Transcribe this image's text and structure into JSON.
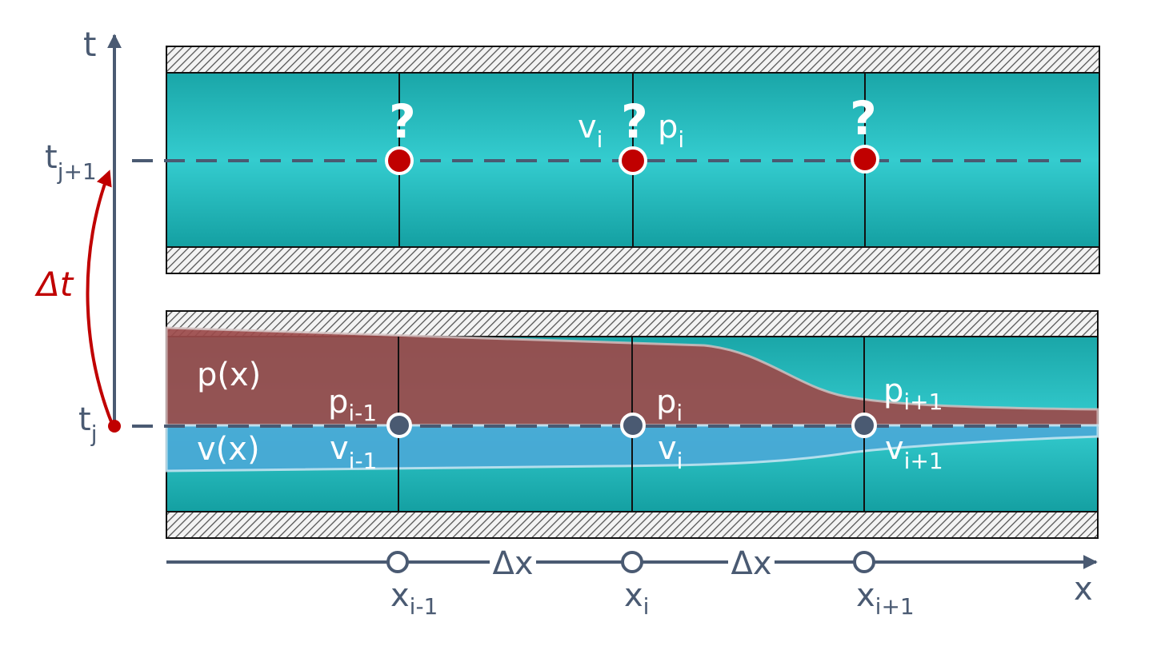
{
  "axes": {
    "time_axis_label": "t",
    "space_axis_label": "x",
    "time_levels": [
      {
        "base": "t",
        "sub": "j+1"
      },
      {
        "base": "t",
        "sub": "j"
      }
    ],
    "time_step_label": "Δt",
    "space_step_label": "Δx",
    "grid_points": [
      {
        "base": "x",
        "sub": "i-1"
      },
      {
        "base": "x",
        "sub": "i"
      },
      {
        "base": "x",
        "sub": "i+1"
      }
    ]
  },
  "upper_pipe": {
    "unknown_marker": "?",
    "velocity_label": {
      "base": "v",
      "sub": "i"
    },
    "pressure_label": {
      "base": "p",
      "sub": "i"
    }
  },
  "lower_pipe": {
    "pressure_curve_label": "p(x)",
    "velocity_curve_label": "v(x)",
    "pressure_labels": [
      {
        "base": "p",
        "sub": "i-1"
      },
      {
        "base": "p",
        "sub": "i"
      },
      {
        "base": "p",
        "sub": "i+1"
      }
    ],
    "velocity_labels": [
      {
        "base": "v",
        "sub": "i-1"
      },
      {
        "base": "v",
        "sub": "i"
      },
      {
        "base": "v",
        "sub": "i+1"
      }
    ]
  },
  "colors": {
    "axis": "#4a5a72",
    "fluid": "#2ec4c4",
    "pressure_fill": "#9b4a4a",
    "velocity_fill": "#4aa8d6",
    "unknown_point": "#c00000",
    "time_step_arrow": "#c00000"
  }
}
